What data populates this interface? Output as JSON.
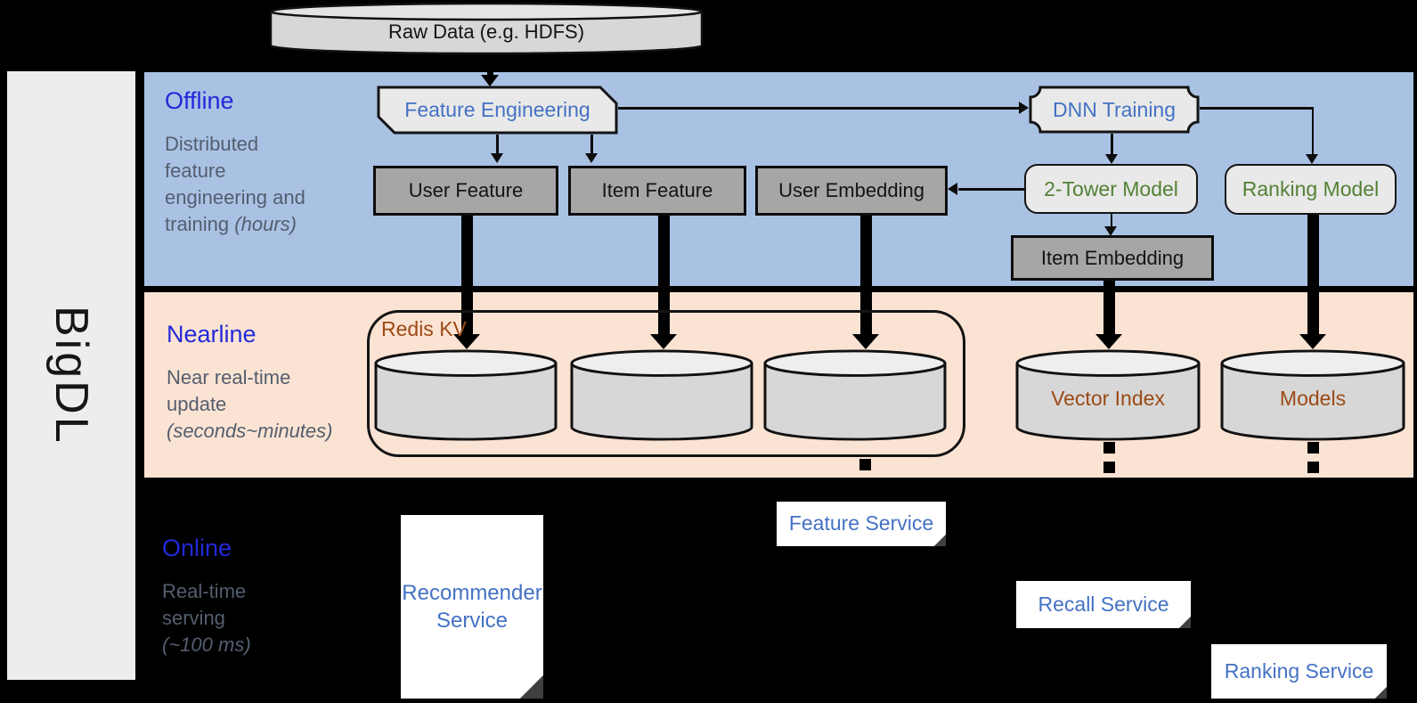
{
  "brand": "BigDL",
  "colors": {
    "background": "#000000",
    "offline_band": "#a9c2e4",
    "nearline_band": "#fbe3d3",
    "sidebar": "#ededed",
    "heading_blue": "#2229d8",
    "description_gray": "#545e6e",
    "node_text_blue": "#4472c4",
    "model_text_green": "#538135",
    "storage_text_brown": "#9c4a15",
    "gray_box_fill": "#a6a6a6",
    "light_box_fill": "#e9e9e9",
    "cylinder_fill": "#d7d7d7",
    "service_fill": "#ffffff"
  },
  "sections": {
    "offline": {
      "heading": "Offline",
      "lines": [
        {
          "t": "Distributed",
          "i": ""
        },
        {
          "t": "feature",
          "i": ""
        },
        {
          "t": "engineering and",
          "i": ""
        },
        {
          "t": "training ",
          "i": "(hours)"
        }
      ]
    },
    "nearline": {
      "heading": "Nearline",
      "lines": [
        {
          "t": "Near real-time",
          "i": ""
        },
        {
          "t": "update",
          "i": ""
        },
        {
          "t": "",
          "i": "(seconds~minutes)"
        }
      ]
    },
    "online": {
      "heading": "Online",
      "lines": [
        {
          "t": "Real-time",
          "i": ""
        },
        {
          "t": "serving",
          "i": ""
        },
        {
          "t": "",
          "i": "(~100 ms)"
        }
      ]
    }
  },
  "nodes": {
    "raw_data": "Raw Data (e.g. HDFS)",
    "feature_engineering": "Feature Engineering",
    "dnn_training": "DNN Training",
    "user_feature": "User Feature",
    "item_feature": "Item Feature",
    "user_embedding": "User Embedding",
    "two_tower_model": "2-Tower Model",
    "ranking_model": "Ranking Model",
    "item_embedding": "Item Embedding",
    "redis_kv": "Redis KV",
    "vector_index": "Vector Index",
    "models": "Models",
    "recommender_service": "Recommender Service",
    "feature_service": "Feature Service",
    "recall_service": "Recall Service",
    "ranking_service": "Ranking Service"
  }
}
